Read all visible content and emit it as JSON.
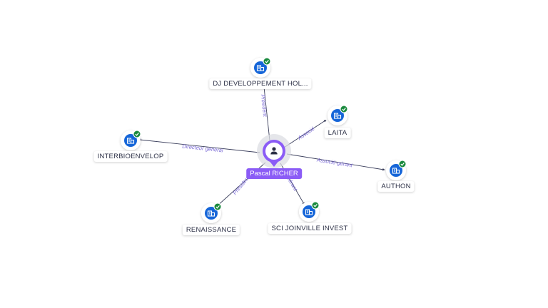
{
  "center": {
    "name": "Pascal RICHER",
    "icon": "person-icon",
    "color": "#8b5cf6"
  },
  "companies": [
    {
      "id": "dj",
      "name": "DJ DEVELOPPEMENT HOL...",
      "relation": "Président",
      "icon": "building-icon",
      "verified": true
    },
    {
      "id": "laita",
      "name": "LAITA",
      "relation": "Associé",
      "icon": "building-icon",
      "verified": true
    },
    {
      "id": "authon",
      "name": "AUTHON",
      "relation": "Associé-gérant",
      "icon": "building-icon",
      "verified": true
    },
    {
      "id": "sci",
      "name": "SCI JOINVILLE INVEST",
      "relation": "Gérant",
      "icon": "building-icon",
      "verified": true
    },
    {
      "id": "renaissance",
      "name": "RENAISSANCE",
      "relation": "Président",
      "icon": "building-icon",
      "verified": true
    },
    {
      "id": "interbio",
      "name": "INTERBIOENVELOP",
      "relation": "Directeur général",
      "icon": "building-icon",
      "verified": true
    }
  ],
  "colors": {
    "company_icon": "#1565d8",
    "verified_badge": "#1a8a3e",
    "edge": "#3b3f5c",
    "edge_label": "#7b6bd6",
    "center_halo": "#dcdde3"
  }
}
